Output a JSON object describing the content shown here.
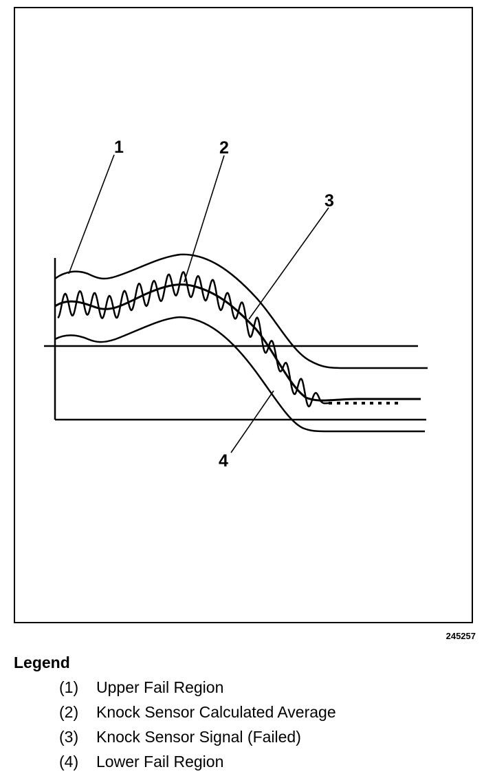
{
  "figure_id": "245257",
  "callouts": [
    "1",
    "2",
    "3",
    "4"
  ],
  "legend": {
    "title": "Legend",
    "items": [
      {
        "num": "(1)",
        "label": "Upper Fail Region"
      },
      {
        "num": "(2)",
        "label": "Knock Sensor Calculated Average"
      },
      {
        "num": "(3)",
        "label": "Knock Sensor Signal (Failed)"
      },
      {
        "num": "(4)",
        "label": "Lower Fail Region"
      }
    ]
  }
}
